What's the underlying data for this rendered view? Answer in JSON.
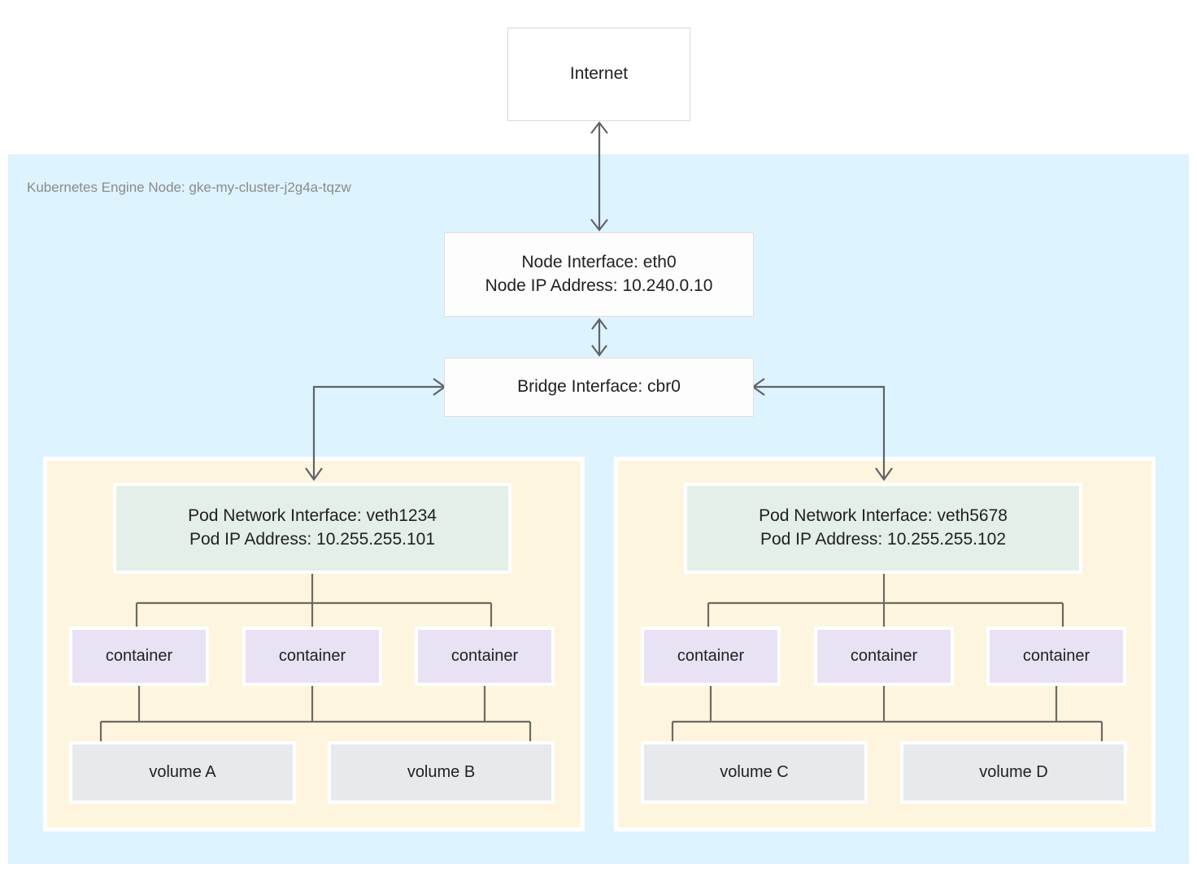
{
  "diagram": {
    "title": "Kubernetes Engine Node network topology",
    "colors": {
      "node_region": "#ddf3fd",
      "pod_region": "#fdf5de",
      "pod_interface": "#e3efe8",
      "container": "#e8e2f4",
      "volume": "#e7eaed",
      "box_white": "#ffffff",
      "connector": "#5f6368",
      "text": "#212121",
      "muted_text": "#8b8b8b"
    }
  },
  "internet": {
    "label": "Internet"
  },
  "node": {
    "region_label": "Kubernetes Engine Node: gke-my-cluster-j2g4a-tqzw",
    "interface": {
      "line1": "Node Interface: eth0",
      "line2": "Node IP Address: 10.240.0.10"
    },
    "bridge": {
      "label": "Bridge Interface: cbr0"
    }
  },
  "pods": [
    {
      "id": "pod-left",
      "interface": {
        "line1": "Pod Network Interface: veth1234",
        "line2": "Pod IP Address: 10.255.255.101"
      },
      "containers": [
        {
          "label": "container"
        },
        {
          "label": "container"
        },
        {
          "label": "container"
        }
      ],
      "volumes": [
        {
          "label": "volume A"
        },
        {
          "label": "volume B"
        }
      ]
    },
    {
      "id": "pod-right",
      "interface": {
        "line1": "Pod Network Interface: veth5678",
        "line2": "Pod IP Address: 10.255.255.102"
      },
      "containers": [
        {
          "label": "container"
        },
        {
          "label": "container"
        },
        {
          "label": "container"
        }
      ],
      "volumes": [
        {
          "label": "volume C"
        },
        {
          "label": "volume D"
        }
      ]
    }
  ]
}
